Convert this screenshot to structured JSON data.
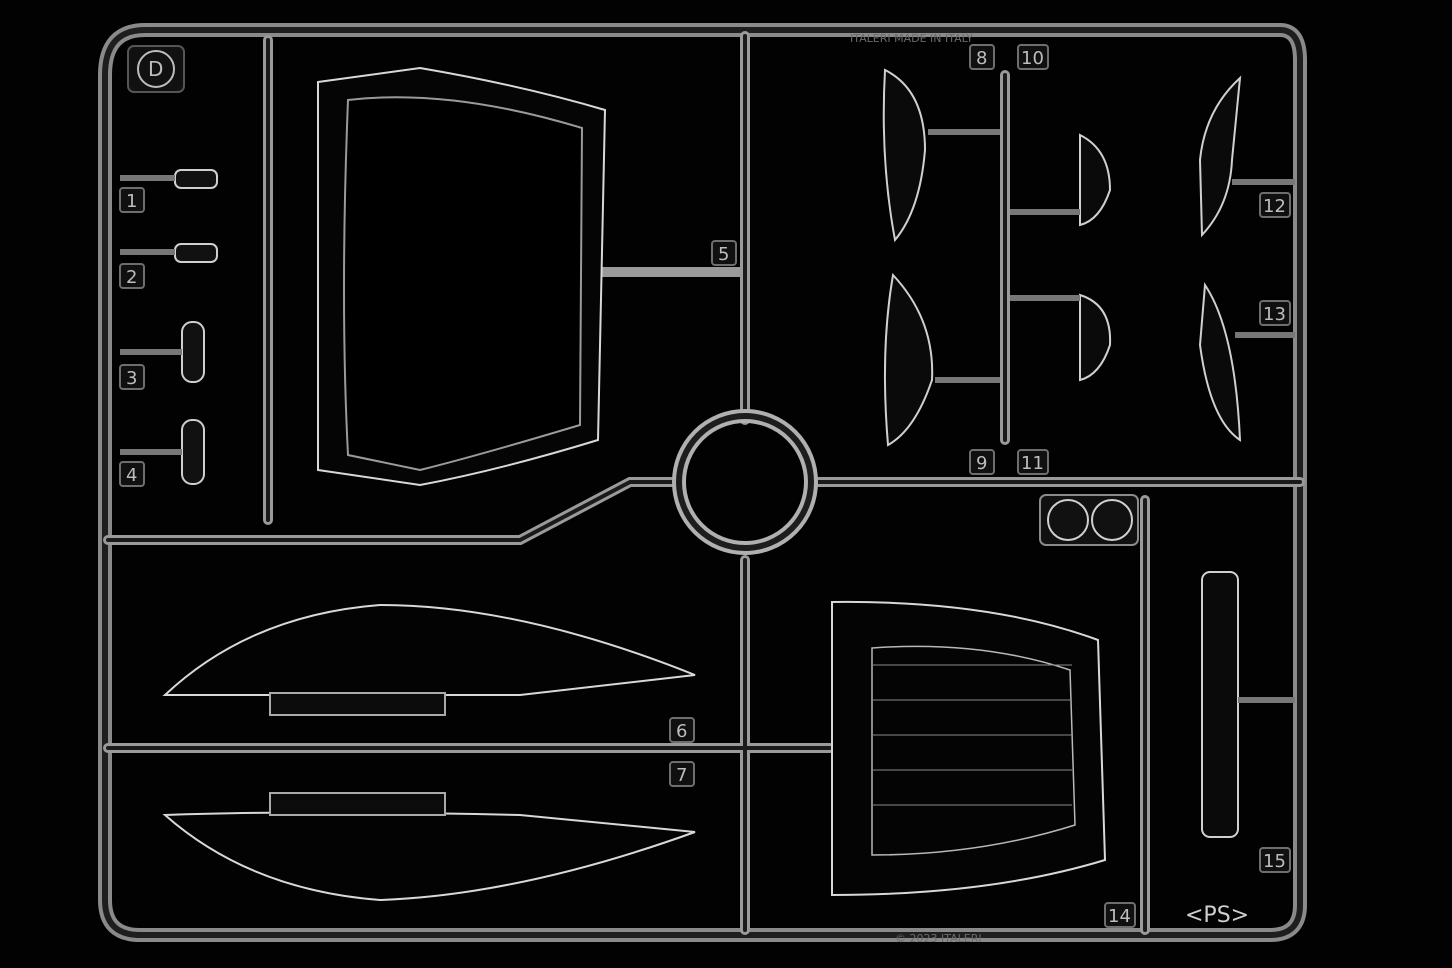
{
  "sprue": {
    "letter": "D",
    "mold_text_top": "ITALERI MADE IN ITALY",
    "mold_text_bottom": "© 2023 ITALERI",
    "marking": "<PS>",
    "part_numbers": [
      "1",
      "2",
      "3",
      "4",
      "5",
      "6",
      "7",
      "8",
      "9",
      "10",
      "11",
      "12",
      "13",
      "14",
      "15"
    ]
  },
  "colors": {
    "background": "#020202",
    "plastic_edge": "#d8d8d8",
    "plastic_fill": "#1a1a1a"
  }
}
